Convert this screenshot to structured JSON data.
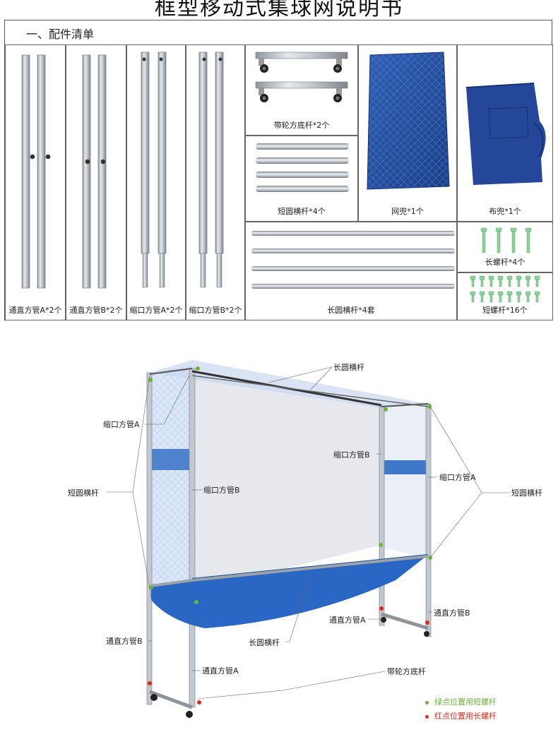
{
  "page": {
    "title": "框型移动式集球网说明书"
  },
  "parts": {
    "section_title": "一、配件清单",
    "items": [
      {
        "label": "通直方管A*2个"
      },
      {
        "label": "通直方管B*2个"
      },
      {
        "label": "缩口方管A*2个"
      },
      {
        "label": "缩口方管B*2个"
      },
      {
        "label": "带轮方底杆*2个"
      },
      {
        "label": "短圆横杆*4个"
      },
      {
        "label": "网兜*1个"
      },
      {
        "label": "布兜*1个"
      },
      {
        "label": "长螺杆*4个"
      },
      {
        "label": "长圆横杆*4套"
      },
      {
        "label": "短螺杆*16个"
      }
    ]
  },
  "diagram": {
    "callouts": {
      "long_bar_top": "长圆横杆",
      "reduced_a_left": "缩口方管A",
      "short_bar_left": "短圆横杆",
      "reduced_b_left": "缩口方管B",
      "reduced_b_right": "缩口方管B",
      "reduced_a_right": "缩口方管A",
      "short_bar_right": "短圆横杆",
      "straight_b_right": "通直方管B",
      "straight_a_mid": "通直方管A",
      "straight_b_left": "通直方管B",
      "long_bar_bottom": "长圆横杆",
      "straight_a_left": "通直方管A",
      "wheel_base": "带轮方底杆"
    },
    "legend": {
      "green_text": "绿点位置用短螺杆",
      "red_text": "红点位置用长螺杆",
      "green_color": "#6ab536",
      "red_color": "#e2271d"
    }
  }
}
